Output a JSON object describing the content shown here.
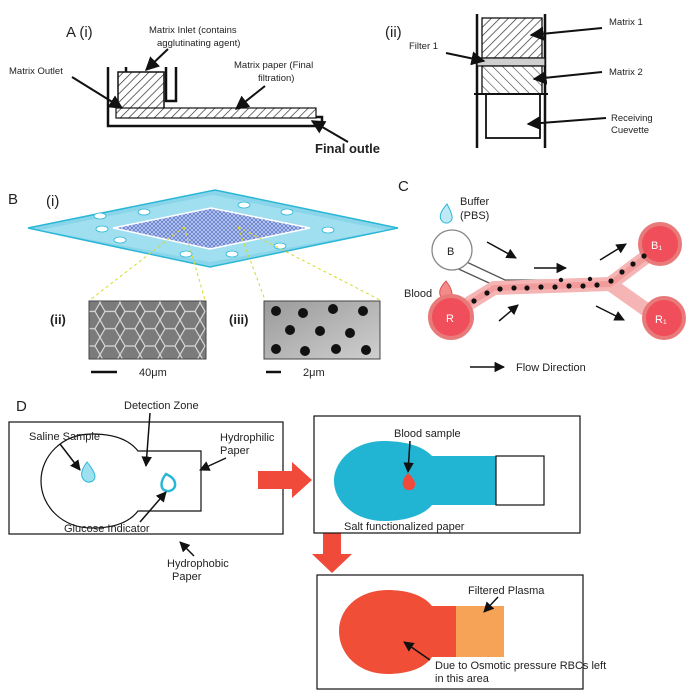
{
  "panel_a": {
    "heading": "A (i)",
    "heading_ii": "(ii)",
    "matrix_inlet": [
      "Matrix Inlet (contains",
      "agglutinating agent)"
    ],
    "matrix_outlet": "Matrix Outlet",
    "matrix_paper": [
      "Matrix paper (Final",
      "filtration)"
    ],
    "final_outlet": "Final  outle",
    "filter_1": "Filter 1",
    "matrix_1": "Matrix 1",
    "matrix_2": "Matrix 2",
    "receiving_cuvette": [
      "Receiving",
      "Cuevette"
    ]
  },
  "panel_b": {
    "heading": "B",
    "label_i": "(i)",
    "label_ii": "(ii)",
    "label_iii": "(iii)",
    "scale_ii": "40μm",
    "scale_iii": "2μm"
  },
  "panel_c": {
    "heading": "C",
    "buffer": [
      "Buffer",
      "(PBS)"
    ],
    "blood": "Blood",
    "b_node": "B",
    "r_node": "R",
    "b1_node": "B₁",
    "r1_node": "R₁",
    "flow_direction": "Flow Direction"
  },
  "panel_d": {
    "heading": "D",
    "detection_zone": "Detection Zone",
    "saline_sample": "Saline Sample",
    "hydrophilic_paper": [
      "Hydrophilic",
      "Paper"
    ],
    "glucose_indicator": "Glucose Indicator",
    "hydrophobic_paper": [
      "Hydrophobic",
      "Paper"
    ],
    "blood_sample": "Blood sample",
    "salt_paper": "Salt functionalized paper",
    "filtered_plasma": "Filtered Plasma",
    "osmotic_note": [
      "Due to Osmotic pressure RBCs left",
      "in this area"
    ]
  },
  "colors": {
    "cyan": "#2ab7d6",
    "red": "#f04e37",
    "orange": "#f5a04f",
    "pink": "#f08a8a",
    "light_blue": "#7fd0e6"
  }
}
